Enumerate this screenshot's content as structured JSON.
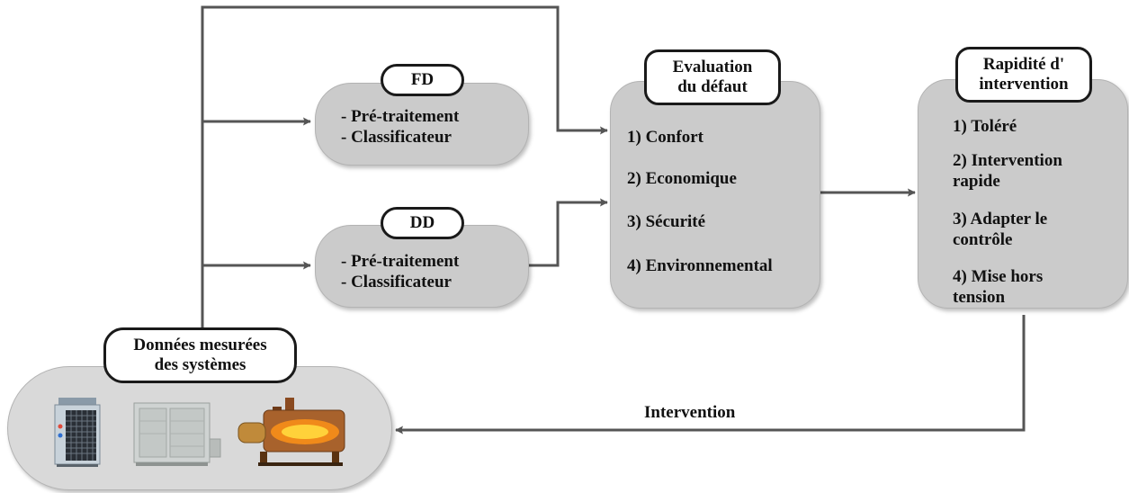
{
  "fd": {
    "title": "FD",
    "items": [
      "- Pré-traitement",
      "- Classificateur"
    ]
  },
  "dd": {
    "title": "DD",
    "items": [
      "- Pré-traitement",
      "- Classificateur"
    ]
  },
  "evaluation": {
    "title_line1": "Evaluation",
    "title_line2": "du défaut",
    "items": [
      "1) Confort",
      "2) Economique",
      "3) Sécurité",
      "4) Environnemental"
    ]
  },
  "rapidite": {
    "title_line1": "Rapidité d'",
    "title_line2": "intervention",
    "items": [
      "1) Toléré",
      "2) Intervention rapide",
      "3) Adapter le contrôle",
      "4) Mise hors tension"
    ]
  },
  "donnees": {
    "title_line1": "Données mesurées",
    "title_line2": "des systèmes",
    "icons": [
      "heat-pump-icon",
      "air-handling-unit-icon",
      "boiler-burner-icon"
    ]
  },
  "intervention_label": "Intervention"
}
